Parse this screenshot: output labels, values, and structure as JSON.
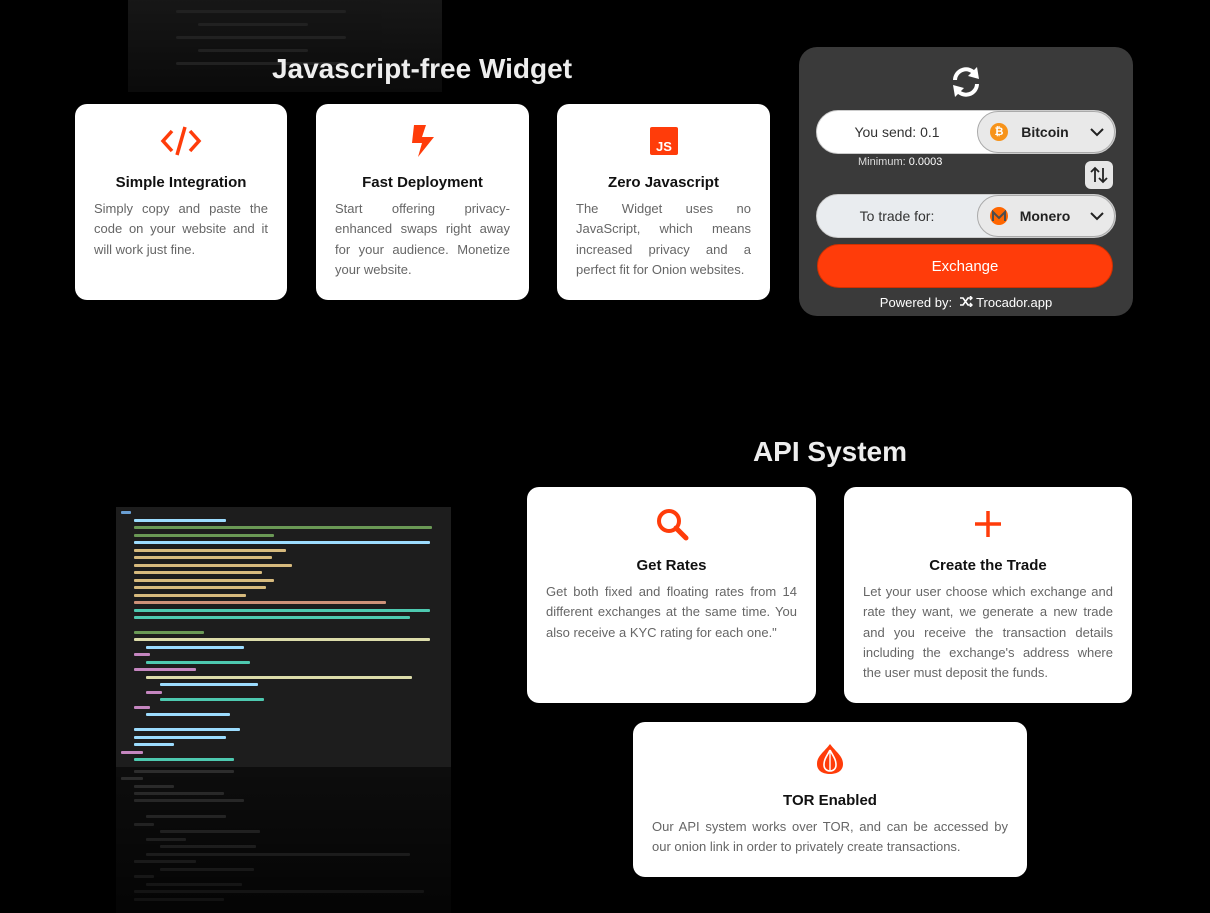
{
  "widget_section": {
    "title": "Javascript-free Widget",
    "cards": [
      {
        "title": "Simple Integration",
        "text": "Simply copy and paste the code on your website and it will work just fine.",
        "icon": "code-icon"
      },
      {
        "title": "Fast Deployment",
        "text": "Start offering privacy-enhanced swaps right away for your audience. Monetize your website.",
        "icon": "bolt-icon"
      },
      {
        "title": "Zero Javascript",
        "text": "The Widget uses no JavaScript, which means increased privacy and a perfect fit for Onion websites.",
        "icon": "js-icon"
      }
    ]
  },
  "exchange_widget": {
    "send_label": "You send: 0.1",
    "send_coin": "Bitcoin",
    "minimum_label": "Minimum:",
    "minimum_value": "0.0003",
    "receive_label": "To trade for:",
    "receive_coin": "Monero",
    "exchange_button": "Exchange",
    "powered_label": "Powered by:",
    "powered_brand": "Trocador.app",
    "accent_color": "#ff3c0a"
  },
  "api_section": {
    "title": "API System",
    "cards": [
      {
        "title": "Get Rates",
        "text": "Get both fixed and floating rates from 14 different exchanges at the same time. You also receive a KYC rating for each one.\"",
        "icon": "search-icon"
      },
      {
        "title": "Create the Trade",
        "text": "Let your user choose which exchange and rate they want, we generate a new trade and you receive the transaction details including the exchange's address where the user must deposit the funds.",
        "icon": "plus-icon"
      },
      {
        "title": "TOR Enabled",
        "text": "Our API system works over TOR, and can be accessed by our onion link in order to privately create transactions.",
        "icon": "onion-icon"
      }
    ]
  }
}
